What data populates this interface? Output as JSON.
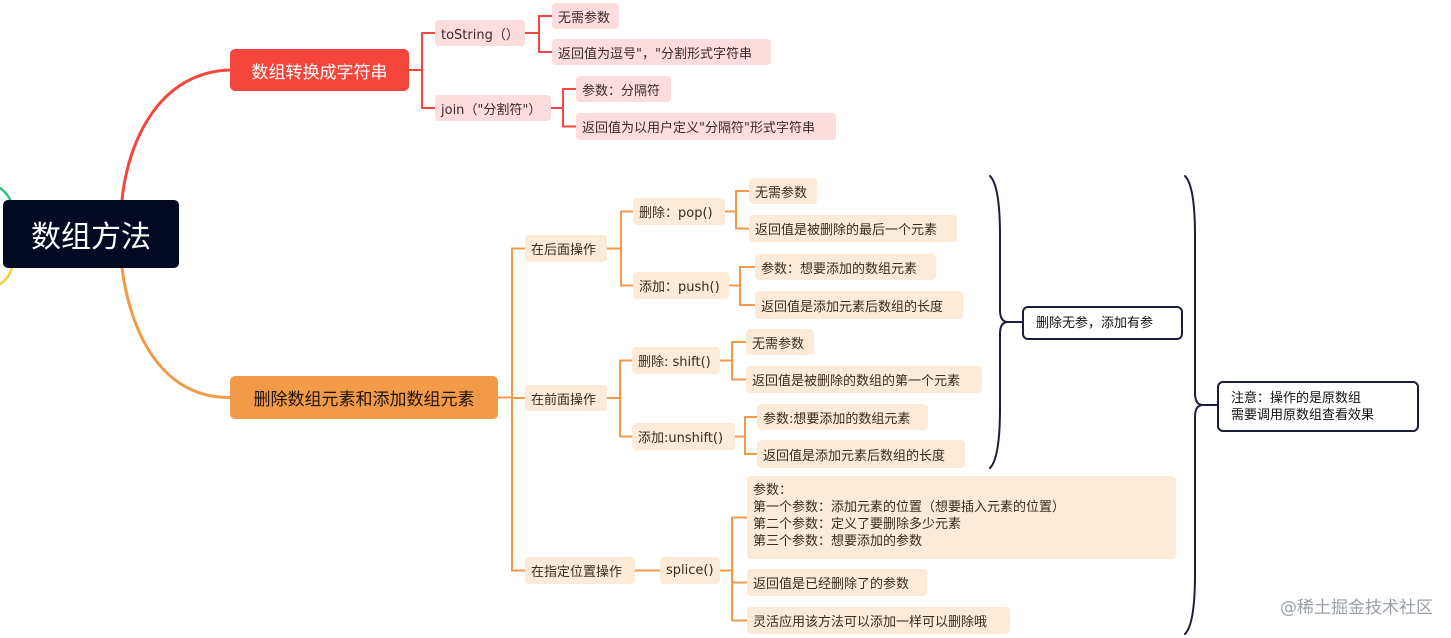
{
  "root": {
    "label": "数组方法"
  },
  "branches": [
    {
      "label": "数组转换成字符串",
      "children": [
        {
          "label": "toString（）",
          "children": [
            "无需参数",
            "返回值为逗号\"，\"分割形式字符串"
          ]
        },
        {
          "label": "join（\"分割符\"）",
          "children": [
            "参数：分隔符",
            "返回值为以用户定义\"分隔符\"形式字符串"
          ]
        }
      ]
    },
    {
      "label": "删除数组元素和添加数组元素",
      "children": [
        {
          "label": "在后面操作",
          "children": [
            {
              "label": "删除：pop()",
              "children": [
                "无需参数",
                "返回值是被删除的最后一个元素"
              ]
            },
            {
              "label": "添加：push()",
              "children": [
                "参数：想要添加的数组元素",
                "返回值是添加元素后数组的长度"
              ]
            }
          ]
        },
        {
          "label": "在前面操作",
          "children": [
            {
              "label": "删除: shift()",
              "children": [
                "无需参数",
                "返回值是被删除的数组的第一个元素"
              ]
            },
            {
              "label": "添加:unshift()",
              "children": [
                "参数:想要添加的数组元素",
                "返回值是添加元素后数组的长度"
              ]
            }
          ]
        },
        {
          "label": "在指定位置操作",
          "children": [
            {
              "label": "splice()",
              "children": [
                "参数：\n第一个参数：添加元素的位置（想要插入元素的位置）\n第二个参数：定义了要删除多少元素\n第三个参数：想要添加的参数",
                "返回值是已经删除了的参数",
                "灵活应用该方法可以添加一样可以删除哦"
              ]
            }
          ]
        }
      ]
    }
  ],
  "summaries": {
    "inner": "删除无参，添加有参",
    "outer": "注意：操作的是原数组\n需要调用原数组查看效果"
  },
  "watermark": "@稀土掘金技术社区",
  "colors": {
    "root_bg": "#050a24",
    "branch1": "#f5463c",
    "branch1_leaf": "#fcdcdc",
    "branch2": "#f29a48",
    "branch2_leaf": "#fdebd7",
    "offscreen_green": "#2ec27e",
    "offscreen_yellow": "#f2d03a",
    "bracket": "#1b1f3b"
  }
}
